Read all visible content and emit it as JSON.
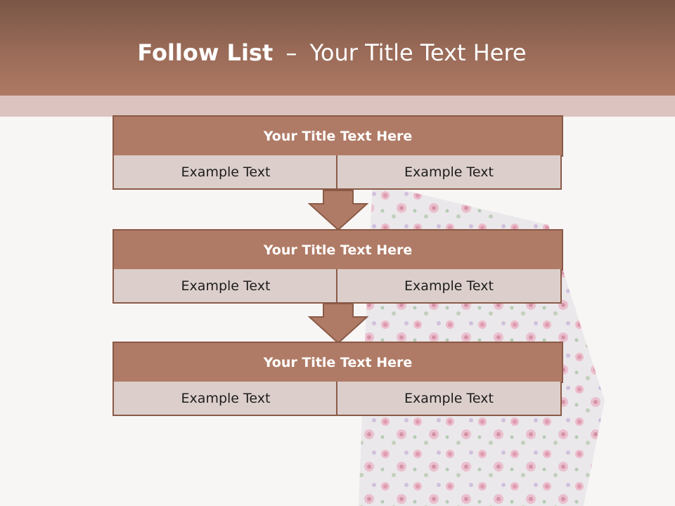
{
  "header": {
    "title_bold": "Follow List",
    "separator": "–",
    "title_rest": "Your Title Text Here"
  },
  "blocks": [
    {
      "title": "Your Title Text Here",
      "left": "Example Text",
      "right": "Example Text"
    },
    {
      "title": "Your Title Text Here",
      "left": "Example Text",
      "right": "Example Text"
    },
    {
      "title": "Your Title Text Here",
      "left": "Example Text",
      "right": "Example Text"
    }
  ],
  "colors": {
    "header": "#9a6b58",
    "block_title": "#b07b66",
    "block_cell": "#dccfcb",
    "border": "#8a5a47"
  },
  "icons": [
    "down-arrow-icon",
    "floral-dress-image"
  ]
}
